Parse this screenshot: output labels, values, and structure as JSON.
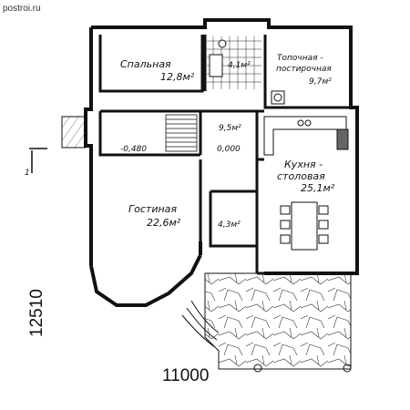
{
  "watermark": "postroi.ru",
  "rooms": {
    "bedroom": {
      "name": "Спальная",
      "area": "12,8м²"
    },
    "bathroom": {
      "area": "4,1м²"
    },
    "boiler": {
      "name_line1": "Топочная -",
      "name_line2": "постирочная",
      "area": "9,7м²"
    },
    "hall": {
      "area": "9,5м²"
    },
    "living": {
      "name": "Гостиная",
      "area": "22,6м²"
    },
    "storage": {
      "area": "4,3м²"
    },
    "kitchen": {
      "name_line1": "Кухня -",
      "name_line2": "столовая",
      "area": "25,1м²"
    }
  },
  "levels": {
    "lower": "-0,480",
    "floor": "0,000"
  },
  "section_mark": "1",
  "dimensions": {
    "width": "11000",
    "height": "12510"
  }
}
